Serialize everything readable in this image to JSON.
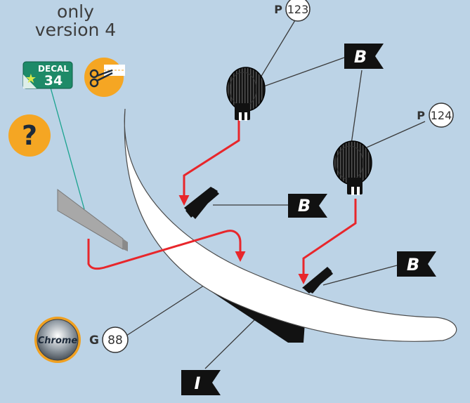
{
  "version_note": {
    "line1": "only",
    "line2": "version 4"
  },
  "decal": {
    "label": "DECAL",
    "number": "34",
    "color": "#1e8a68"
  },
  "tools": {
    "cut_icon": "scissors-icon",
    "help_icon": "question-icon",
    "accent": "#f5a623"
  },
  "parts": {
    "p123": {
      "prefix": "P",
      "number": "123"
    },
    "p124": {
      "prefix": "P",
      "number": "124"
    },
    "g88": {
      "prefix": "G",
      "number": "88",
      "finish": "Chrome"
    }
  },
  "flags": {
    "b1": "B",
    "b2": "B",
    "b3": "B",
    "i1": "I"
  },
  "colors": {
    "arrow": "#e8262b",
    "flag": "#111111",
    "background": "#bcd3e6",
    "leader": "#3a3a3a",
    "decal_leader": "#1aa38f"
  }
}
